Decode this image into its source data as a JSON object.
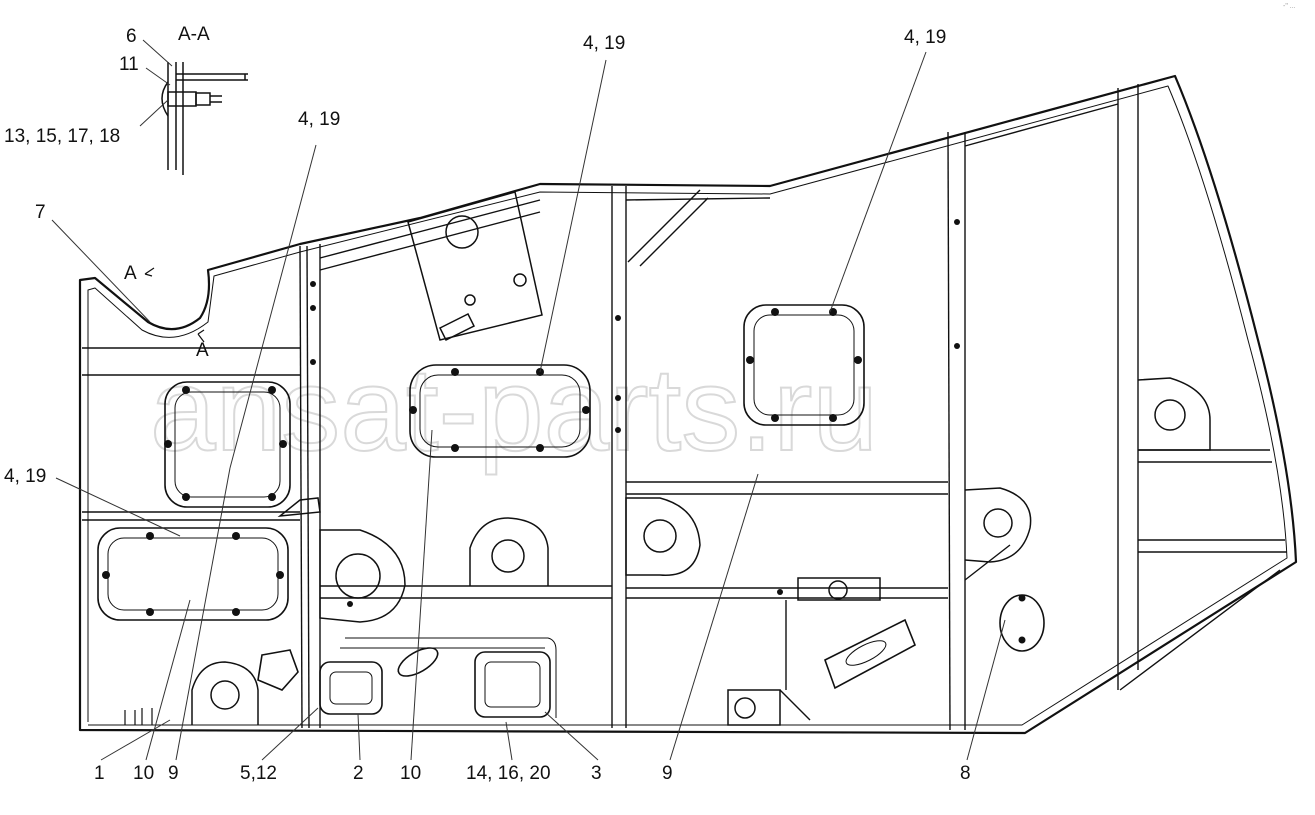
{
  "section_title": "A-A",
  "section_marks": [
    "A",
    "A"
  ],
  "watermark": "ansat-parts.ru",
  "corner_mark": "-\" ...",
  "callouts": {
    "c6": "6",
    "c11": "11",
    "c13": "13, 15, 17, 18",
    "c7": "7",
    "c4_19_a": "4, 19",
    "c4_19_b": "4, 19",
    "c4_19_c": "4, 19",
    "c4_19_d": "4, 19",
    "c1": "1",
    "c10_a": "10",
    "c9_a": "9",
    "c5_12": "5,12",
    "c2": "2",
    "c10_b": "10",
    "c14": "14, 16, 20",
    "c3": "3",
    "c9_b": "9",
    "c8": "8"
  },
  "colors": {
    "line": "#111111",
    "leader": "#333333",
    "watermark": "#d9d9d9"
  }
}
